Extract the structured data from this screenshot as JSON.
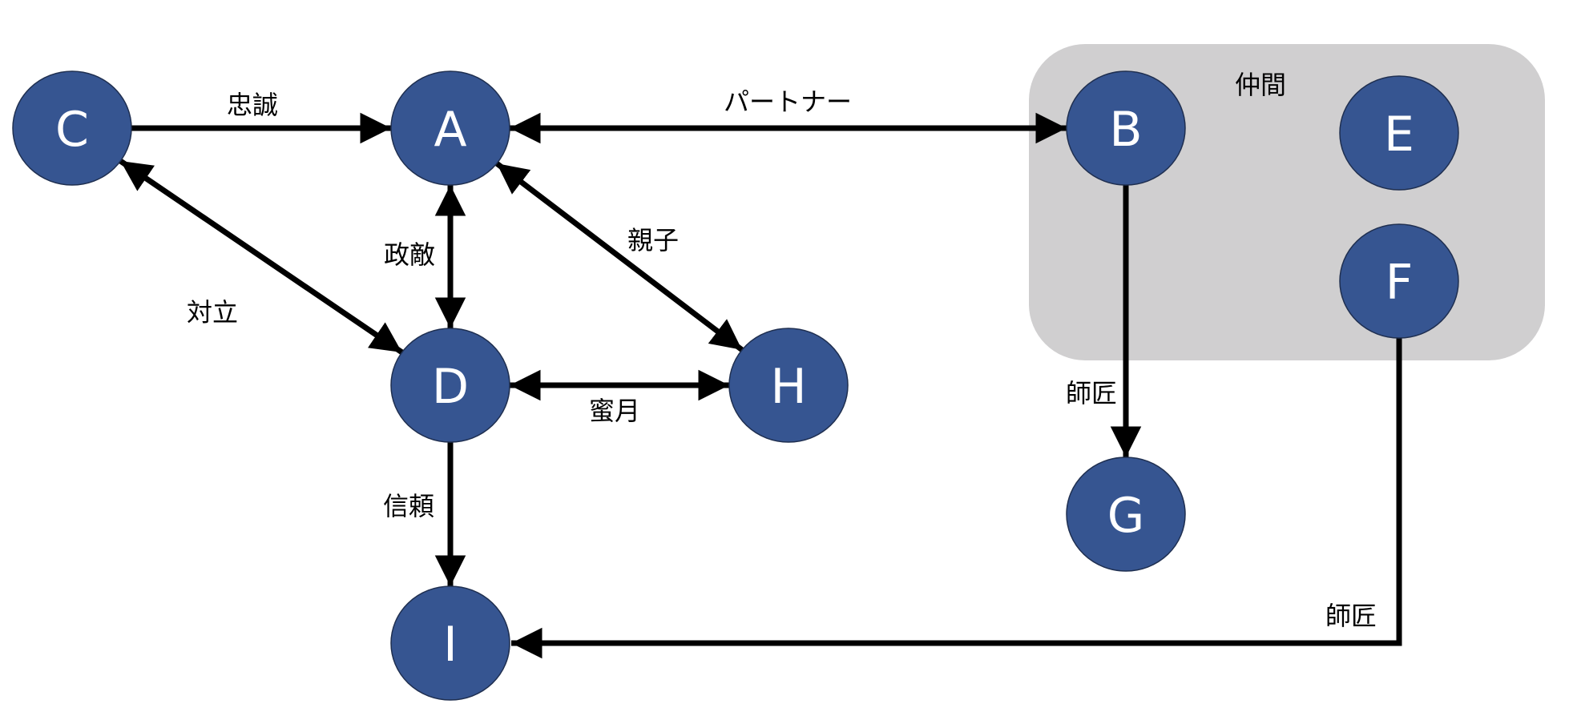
{
  "diagram": {
    "node_color": "#365591",
    "group_color": "#d0cfd0",
    "groups": [
      {
        "id": "group-nakama",
        "label": "仲間",
        "members": [
          "B",
          "E",
          "F"
        ]
      }
    ],
    "nodes": [
      {
        "id": "C",
        "label": "C"
      },
      {
        "id": "A",
        "label": "A"
      },
      {
        "id": "B",
        "label": "B"
      },
      {
        "id": "E",
        "label": "E"
      },
      {
        "id": "F",
        "label": "F"
      },
      {
        "id": "D",
        "label": "D"
      },
      {
        "id": "H",
        "label": "H"
      },
      {
        "id": "G",
        "label": "G"
      },
      {
        "id": "I",
        "label": "I"
      }
    ],
    "edges": [
      {
        "from": "C",
        "to": "A",
        "label": "忠誠",
        "direction": "forward"
      },
      {
        "from": "A",
        "to": "B",
        "label": "パートナー",
        "direction": "both"
      },
      {
        "from": "A",
        "to": "D",
        "label": "政敵",
        "direction": "both"
      },
      {
        "from": "C",
        "to": "D",
        "label": "対立",
        "direction": "both"
      },
      {
        "from": "A",
        "to": "H",
        "label": "親子",
        "direction": "both"
      },
      {
        "from": "D",
        "to": "H",
        "label": "蜜月",
        "direction": "both"
      },
      {
        "from": "D",
        "to": "I",
        "label": "信頼",
        "direction": "forward"
      },
      {
        "from": "B",
        "to": "G",
        "label": "師匠",
        "direction": "forward"
      },
      {
        "from": "F",
        "to": "I",
        "label": "師匠",
        "direction": "forward"
      }
    ]
  }
}
